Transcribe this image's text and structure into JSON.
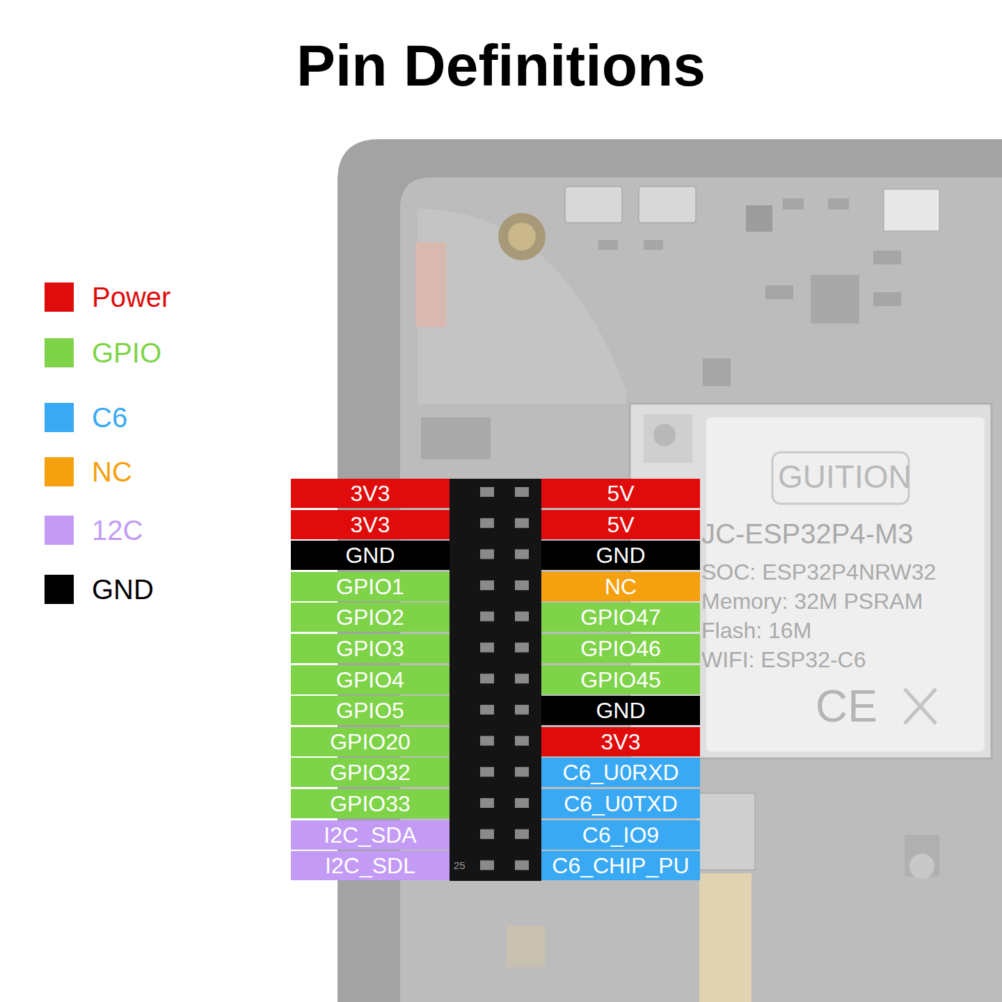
{
  "diagram": {
    "title": "Pin Definitions",
    "nodes": [
      {
        "text": [
          "3V3"
        ]
      },
      {
        "text": [
          "5V"
        ]
      },
      {
        "text": [
          "3V3"
        ]
      },
      {
        "text": [
          "5V"
        ]
      },
      {
        "text": [
          "GND"
        ]
      },
      {
        "text": [
          "GND"
        ]
      },
      {
        "text": [
          "GPIO1"
        ]
      },
      {
        "text": [
          "NC"
        ]
      },
      {
        "text": [
          "GPIO2"
        ]
      },
      {
        "text": [
          "GPIO47"
        ]
      },
      {
        "text": [
          "GPIO3"
        ]
      },
      {
        "text": [
          "GPIO46"
        ]
      },
      {
        "text": [
          "GPIO4"
        ]
      },
      {
        "text": [
          "GPIO45"
        ]
      },
      {
        "text": [
          "GPIO5"
        ]
      },
      {
        "text": [
          "GND"
        ]
      },
      {
        "text": [
          "GPIO20"
        ]
      },
      {
        "text": [
          "3V3"
        ]
      },
      {
        "text": [
          "GPIO32"
        ]
      },
      {
        "text": [
          "C6_U0RXD"
        ]
      },
      {
        "text": [
          "GPIO33"
        ]
      },
      {
        "text": [
          "C6_U0TXD"
        ]
      },
      {
        "text": [
          "I2C_SDA"
        ]
      },
      {
        "text": [
          "C6_IO9"
        ]
      },
      {
        "text": [
          "I2C_SDL"
        ]
      },
      {
        "text": [
          "C6_CHIP_PU"
        ]
      }
    ],
    "labels": [
      "GUITION",
      "JC-ESP32P4-M3",
      "SOC: ESP32P4NRW32",
      "Memory: 32M PSRAM",
      "Flash: 16M",
      "WIFI: ESP32-C6",
      "CE",
      "25"
    ],
    "legend": [
      {
        "text": "Power",
        "color": "#e00b0b"
      },
      {
        "text": "GPIO",
        "color": "#7ed348"
      },
      {
        "text": "C6",
        "color": "#3aa9f4"
      },
      {
        "text": "NC",
        "color": "#f5a00f"
      },
      {
        "text": "12C",
        "color": "#c39bf5"
      },
      {
        "text": "GND",
        "color": "#000000"
      }
    ]
  }
}
